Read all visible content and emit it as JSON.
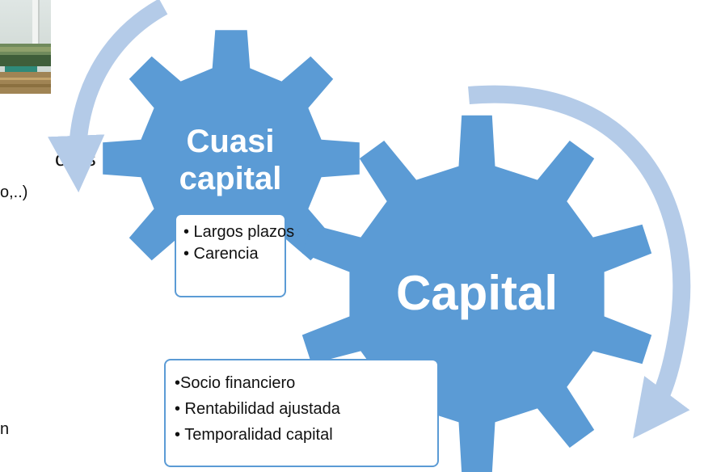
{
  "colors": {
    "gear": "#5b9bd5",
    "arrow": "#b4cbe8",
    "callout_border": "#5b9bd5",
    "label": "#ffffff"
  },
  "edge_text": {
    "line1": "ores",
    "line2": "o,..)",
    "line3": "n"
  },
  "gears": {
    "small": {
      "label_line1": "Cuasi",
      "label_line2": "capital"
    },
    "large": {
      "label": "Capital"
    }
  },
  "callouts": {
    "small": {
      "items": [
        "• Largos plazos",
        "• Carencia"
      ]
    },
    "large": {
      "items": [
        "•Socio financiero",
        "• Rentabilidad ajustada",
        "• Temporalidad capital"
      ]
    }
  }
}
